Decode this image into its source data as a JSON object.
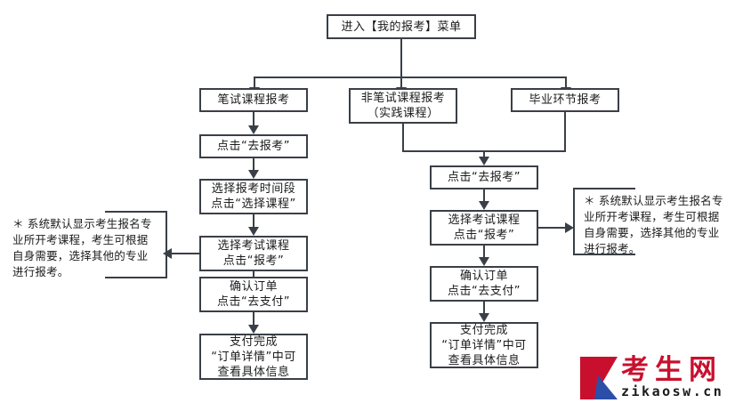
{
  "diagram": {
    "title_node": {
      "label": "进入【我的报考】菜单"
    },
    "branches": [
      {
        "id": "branch-written",
        "label": "笔试课程报考"
      },
      {
        "id": "branch-nonwritten",
        "label": "非笔试课程报考\n（实践课程）"
      },
      {
        "id": "branch-graduation",
        "label": "毕业环节报考"
      }
    ],
    "left_column": [
      {
        "id": "left-step-1",
        "label": "点击“去报考”"
      },
      {
        "id": "left-step-2",
        "label": "选择报考时间段\n点击“选择课程”"
      },
      {
        "id": "left-step-3",
        "label": "选择考试课程\n点击“报考”"
      },
      {
        "id": "left-step-4",
        "label": "确认订单\n点击“去支付”"
      },
      {
        "id": "left-step-5",
        "label": "支付完成\n“订单详情”中可\n查看具体信息"
      }
    ],
    "right_column": [
      {
        "id": "right-step-1",
        "label": "点击“去报考”"
      },
      {
        "id": "right-step-2",
        "label": "选择考试课程\n点击“报考”"
      },
      {
        "id": "right-step-3",
        "label": "确认订单\n点击“去支付”"
      },
      {
        "id": "right-step-4",
        "label": "支付完成\n“订单详情”中可\n查看具体信息"
      }
    ],
    "notes": {
      "left": "＊ 系统默认显示考生报名专业所开考课程，考生可根据自身需要，选择其他的专业进行报考。",
      "right": "＊ 系统默认显示考生报名专业所开考课程，考生可根据自身需要，选择其他的专业进行报考。"
    },
    "colors": {
      "stroke": "#3a3f47",
      "text": "#1b1b1b",
      "background": "#ffffff",
      "logo_red": "#c8102e",
      "logo_blue": "#2b4ea8"
    }
  },
  "watermark": {
    "brand_cn": "考生网",
    "brand_en": "zikaosw.cn"
  }
}
